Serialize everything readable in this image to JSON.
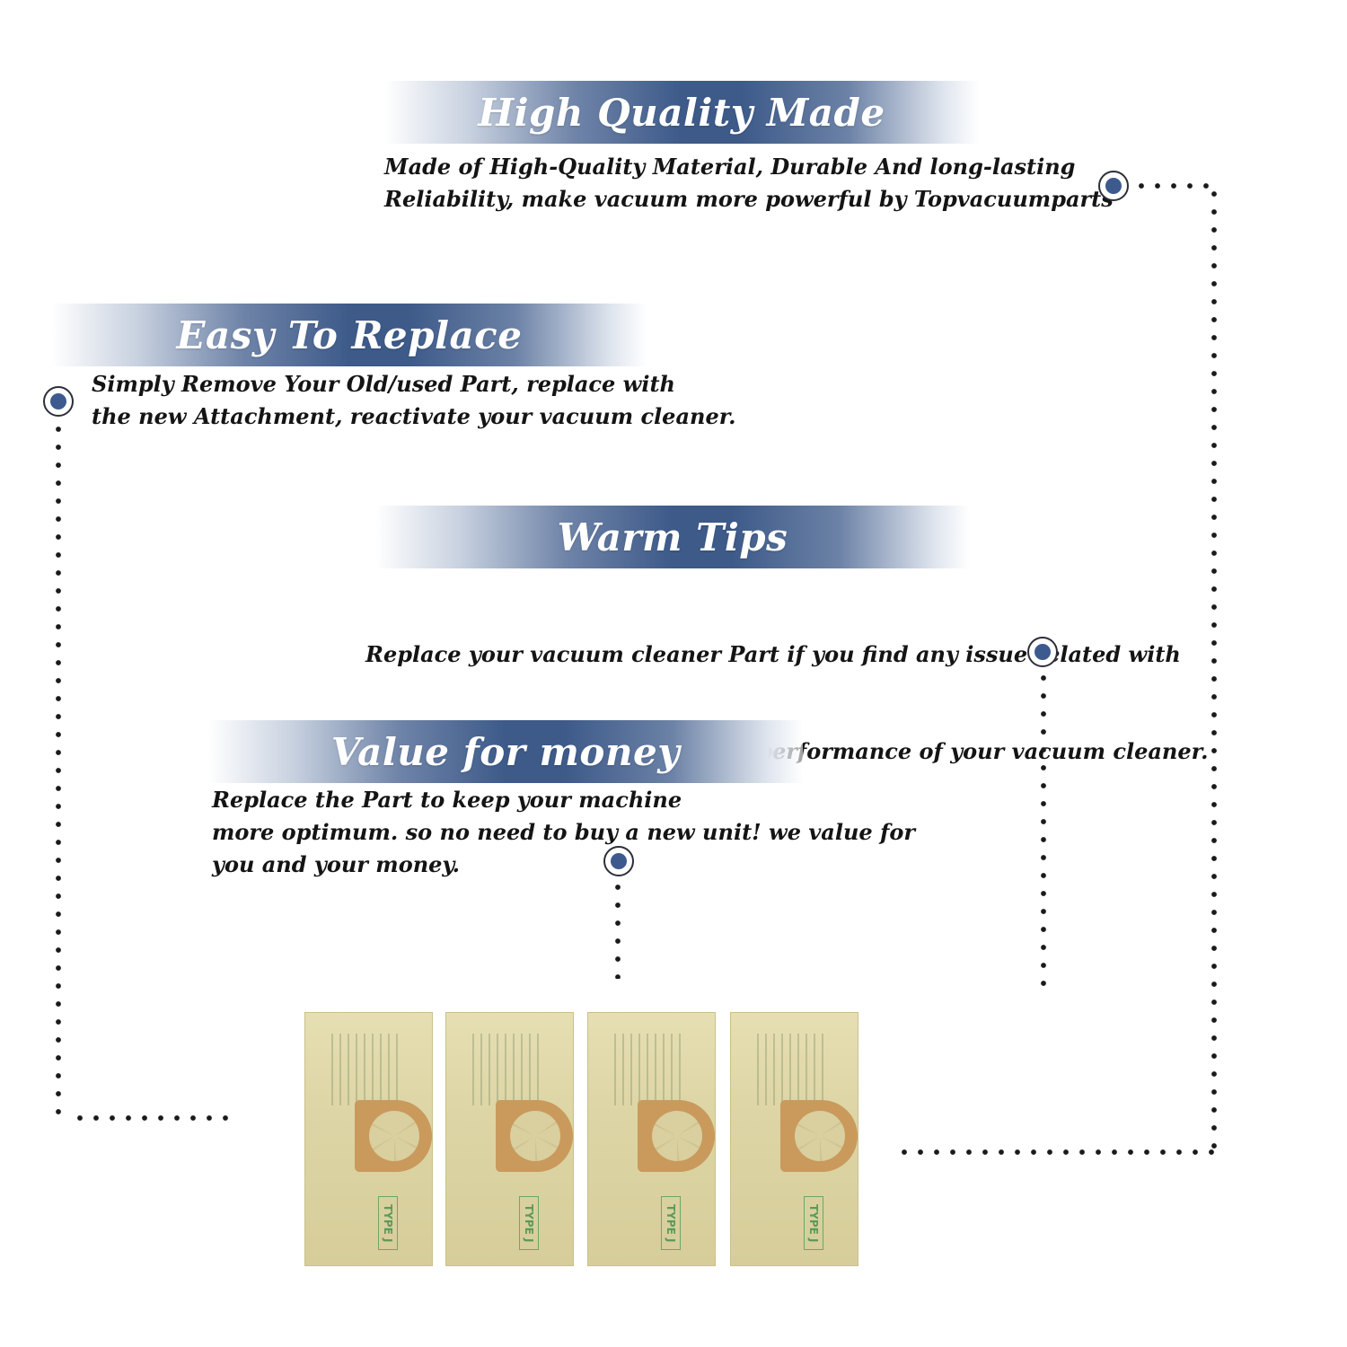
{
  "sections": [
    {
      "title": "High Quality Made",
      "lines": [
        "Made of  High-Quality Material, Durable And long-lasting",
        "Reliability, make vacuum more powerful by Topvacuumparts"
      ]
    },
    {
      "title": "Easy To Replace",
      "lines": [
        "Simply Remove Your Old/used Part, replace with",
        "the new Attachment, reactivate your vacuum cleaner."
      ]
    },
    {
      "title": "Warm Tips",
      "lines": [
        "Replace your vacuum cleaner Part if you find any issue related with",
        " attachment to ensure optimum performance of your vacuum cleaner."
      ]
    },
    {
      "title": "Value for money",
      "lines": [
        "Replace the Part to keep your machine",
        "more optimum. so no need to buy a new unit! we value for",
        "you and your money."
      ]
    }
  ],
  "product": {
    "bag_label": "TYPE J"
  },
  "colors": {
    "banner_accent": "#3d5a89",
    "node_fill": "#3d5a8f",
    "text": "#141414"
  }
}
